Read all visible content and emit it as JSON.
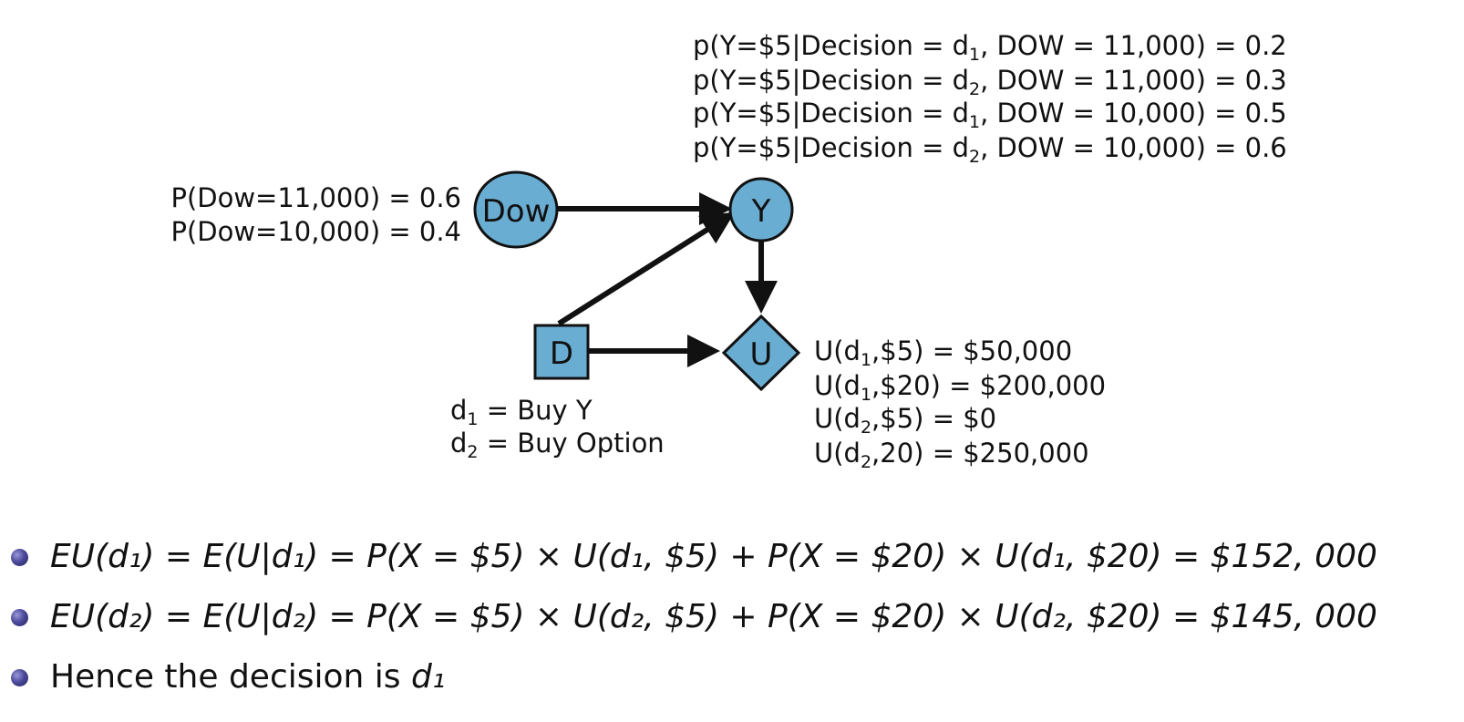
{
  "prob_y": [
    {
      "main": "p(Y=$5|Decision = d",
      "sub": "1",
      "tail": ", DOW = 11,000) = 0.2"
    },
    {
      "main": "p(Y=$5|Decision = d",
      "sub": "2",
      "tail": ", DOW = 11,000) = 0.3"
    },
    {
      "main": "p(Y=$5|Decision = d",
      "sub": "1",
      "tail": ", DOW = 10,000) = 0.5"
    },
    {
      "main": "p(Y=$5|Decision = d",
      "sub": "2",
      "tail": ", DOW = 10,000) = 0.6"
    }
  ],
  "prob_dow": [
    "P(Dow=11,000) = 0.6",
    "P(Dow=10,000) = 0.4"
  ],
  "nodes": {
    "dow": "Dow",
    "y": "Y",
    "d": "D",
    "u": "U"
  },
  "decisions": [
    {
      "main": "d",
      "sub": "1",
      "tail": " = Buy Y"
    },
    {
      "main": "d",
      "sub": "2",
      "tail": " = Buy Option"
    }
  ],
  "utilities": [
    {
      "main": "U(d",
      "sub": "1",
      "tail": ",$5) = $50,000"
    },
    {
      "main": "U(d",
      "sub": "1",
      "tail": ",$20) = $200,000"
    },
    {
      "main": "U(d",
      "sub": "2",
      "tail": ",$5) = $0"
    },
    {
      "main": "U(d",
      "sub": "2",
      "tail": ",20) = $250,000"
    }
  ],
  "bullets": {
    "eu1": "EU(d₁) = E(U|d₁) = P(X = $5) × U(d₁, $5) + P(X = $20) × U(d₁, $20) = $152, 000",
    "eu2": "EU(d₂) = E(U|d₂) = P(X = $5) × U(d₂, $5) + P(X = $20) × U(d₂, $20) = $145, 000",
    "hence": "Hence the decision is ",
    "hence_var": "d₁"
  },
  "colors": {
    "node_fill": "#6aadd2",
    "stroke": "#111111",
    "bullet": "#3e3b8f"
  }
}
